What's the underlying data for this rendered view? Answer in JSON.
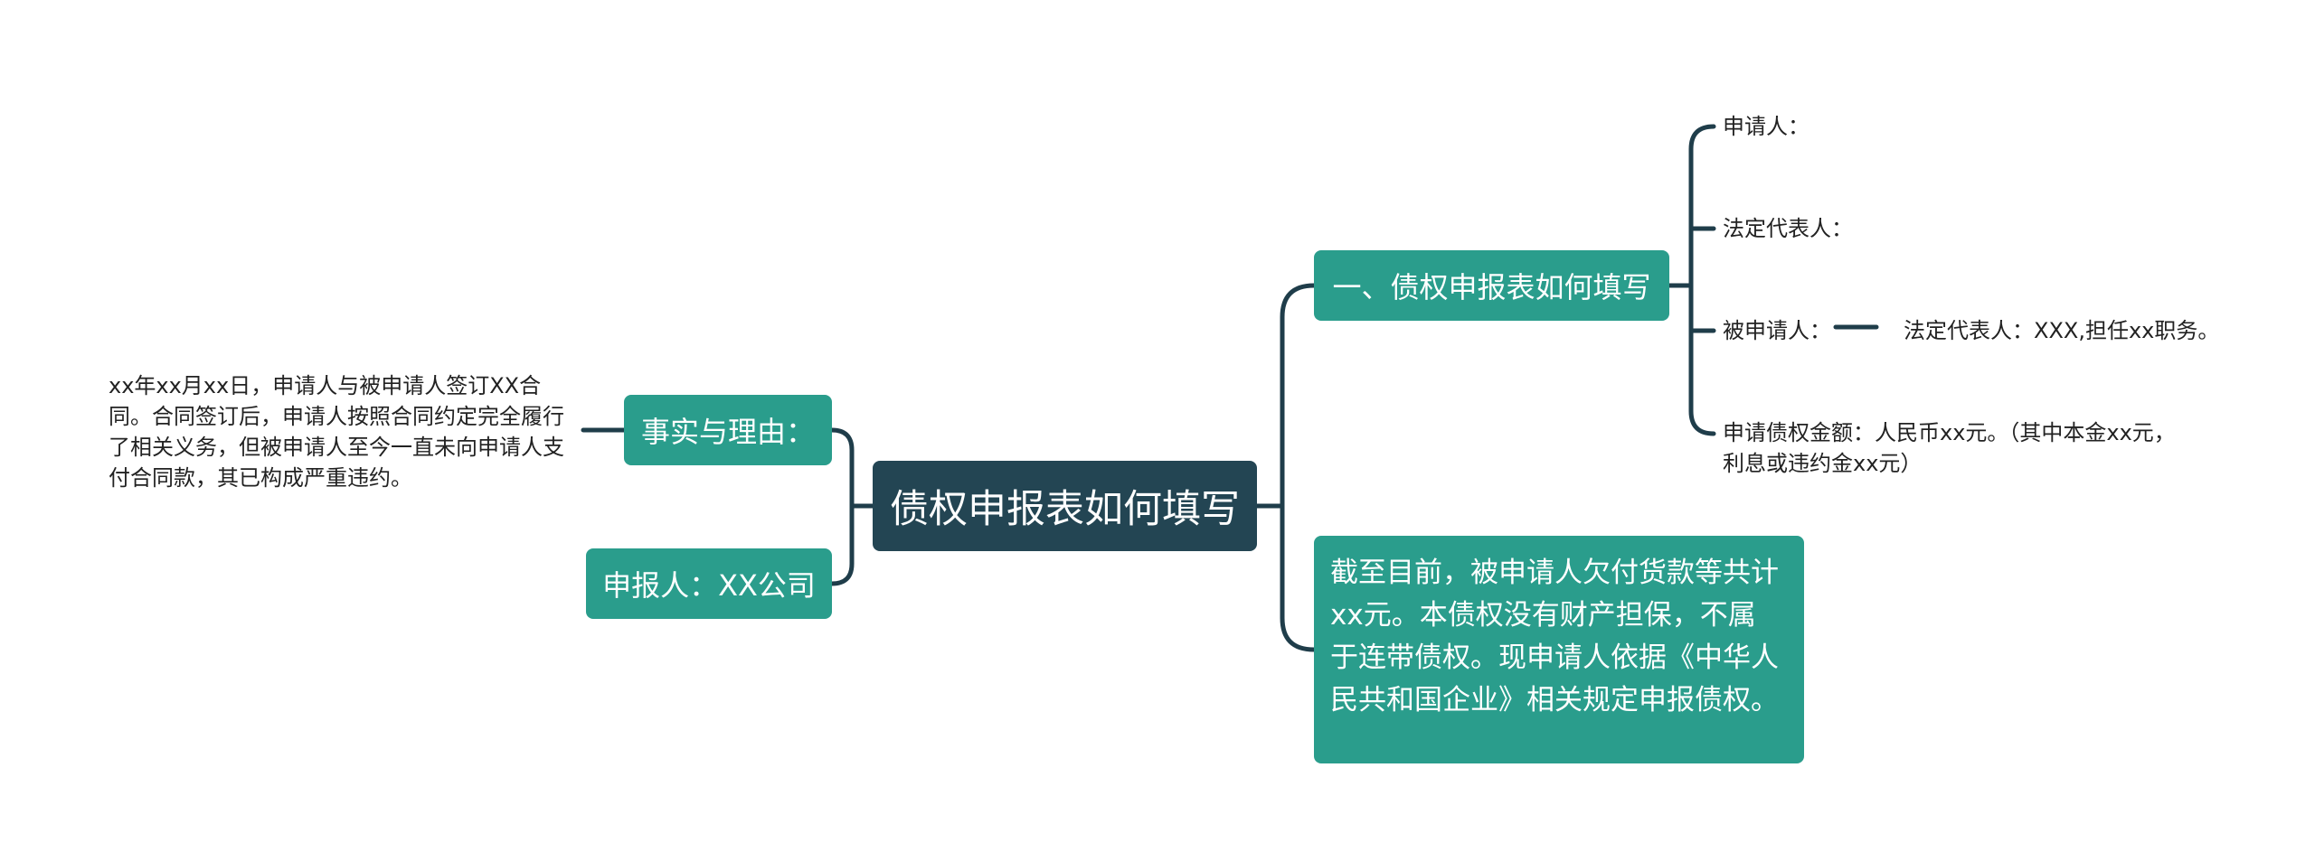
{
  "root": {
    "title": "债权申报表如何填写"
  },
  "left": {
    "facts_label": "事实与理由：",
    "facts_text": "xx年xx月xx日，申请人与被申请人签订XX合同。合同签订后，申请人按照合同约定完全履行了相关义务，但被申请人至今一直未向申请人支付合同款，其已构成严重违约。",
    "reporter_label": "申报人：XX公司"
  },
  "right": {
    "how_label": "一、债权申报表如何填写",
    "items": {
      "applicant": "申请人：",
      "legal_rep": "法定代表人：",
      "respondent": "被申请人：",
      "respondent_legal_rep": "法定代表人：XXX,担任xx职务。",
      "amount": "申请债权金额：人民币xx元。（其中本金xx元，利息或违约金xx元）"
    },
    "summary_text": "截至目前，被申请人欠付货款等共计xx元。本债权没有财产担保，不属于连带债权。现申请人依据《中华人民共和国企业》相关规定申报债权。"
  },
  "colors": {
    "root_bg": "#234553",
    "branch_bg": "#2a9d8c",
    "connector": "#1f3d4a",
    "leaf_text": "#222222"
  }
}
